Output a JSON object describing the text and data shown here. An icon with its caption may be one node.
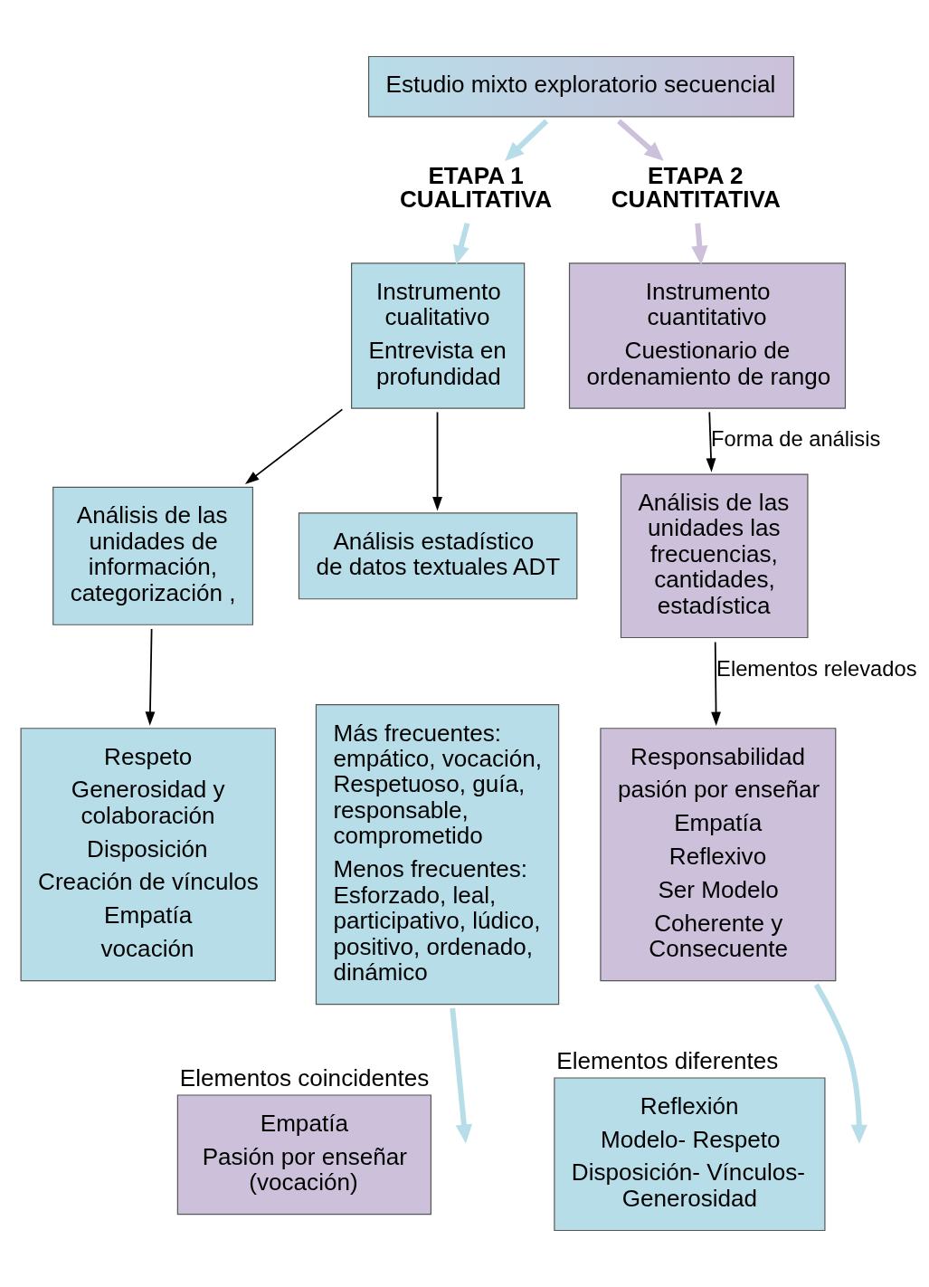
{
  "diagram": {
    "nodes": [
      {
        "text": [
          "Estudio mixto exploratorio secuencial"
        ]
      },
      {
        "text": [
          "ETAPA 1 CUALITATIVA"
        ]
      },
      {
        "text": [
          "ETAPA 2 CUANTITATIVA"
        ]
      },
      {
        "text": [
          "Instrumento cualitativo",
          "Entrevista en profundidad"
        ]
      },
      {
        "text": [
          "Instrumento cuantitativo",
          "Cuestionario de ordenamiento de rango"
        ]
      },
      {
        "text": [
          "Análisis de las unidades de información, categorización ,"
        ]
      },
      {
        "text": [
          "Análisis estadístico  de datos textuales ADT"
        ]
      },
      {
        "text": [
          "Análisis de las unidades las frecuencias, cantidades, estadística"
        ]
      },
      {
        "text": [
          "Respeto",
          "Generosidad y colaboración",
          "Disposición",
          "Creación de vínculos",
          "Empatía",
          "vocación"
        ]
      },
      {
        "text": [
          "Más frecuentes: empático, vocación, Respetuoso, guía, responsable, comprometido",
          "Menos frecuentes: Esforzado, leal, participativo, lúdico, positivo, ordenado, dinámico"
        ]
      },
      {
        "text": [
          "Responsabilidad",
          "pasión por enseñar",
          "Empatía",
          "Reflexivo",
          "Ser Modelo",
          "Coherente y Consecuente"
        ]
      },
      {
        "text": [
          "Empatía",
          "Pasión por enseñar (vocación)"
        ],
        "beside": [
          "Elementos coincidentes"
        ]
      },
      {
        "text": [
          "Reflexión",
          "Modelo- Respeto",
          "Disposición- Vínculos- Generosidad"
        ],
        "beside": [
          "Elementos diferentes"
        ]
      }
    ],
    "edges": [
      {
        "from": 0,
        "to": 1,
        "arrow": "to",
        "color": "#b7dde8"
      },
      {
        "from": 0,
        "to": 2,
        "arrow": "to",
        "color": "#ccc0da"
      },
      {
        "from": 1,
        "to": 3,
        "arrow": "to",
        "color": "#b7dde8"
      },
      {
        "from": 2,
        "to": 4,
        "arrow": "to",
        "color": "#ccc0da"
      },
      {
        "from": 3,
        "to": 5,
        "arrow": "to"
      },
      {
        "from": 3,
        "to": 6,
        "arrow": "to"
      },
      {
        "from": 4,
        "to": 7,
        "arrow": "to",
        "label": "Forma de análisis"
      },
      {
        "from": 5,
        "to": 8,
        "arrow": "to"
      },
      {
        "from": 7,
        "to": 10,
        "arrow": "to",
        "label": "Elementos relevados"
      },
      {
        "from": 9,
        "to": null,
        "arrow": "to",
        "color": "#b7dde8"
      },
      {
        "from": 10,
        "to": null,
        "arrow": "to",
        "color": "#b7dde8"
      }
    ]
  }
}
